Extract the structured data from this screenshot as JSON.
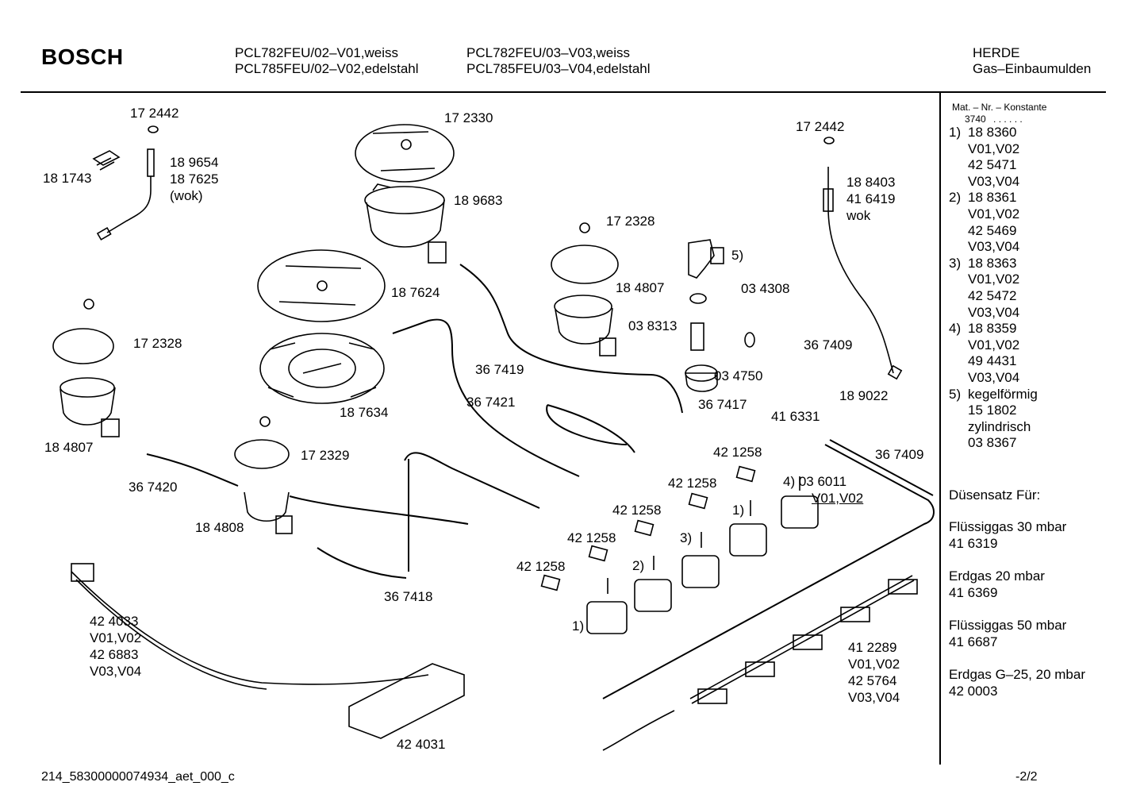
{
  "header": {
    "brand": "BOSCH",
    "models_col1": [
      "PCL782FEU/02–V01,weiss",
      "PCL785FEU/02–V02,edelstahl"
    ],
    "models_col2": [
      "PCL782FEU/03–V03,weiss",
      "PCL785FEU/03–V04,edelstahl"
    ],
    "category": [
      "HERDE",
      "Gas–Einbaumulden"
    ]
  },
  "parts": {
    "p_172442_left": "17 2442",
    "p_181743": "18 1743",
    "p_189654_group": [
      "18 9654",
      "18 7625",
      "(wok)"
    ],
    "p_172330": "17 2330",
    "p_189683": "18 9683",
    "p_172442_right": "17 2442",
    "p_188403_group": [
      "18 8403",
      "41 6419",
      "wok"
    ],
    "p_172328_mid": "17 2328",
    "p_5_elbow": "5)",
    "p_184807_mid": "18 4807",
    "p_034308": "03 4308",
    "p_187624": "18 7624",
    "p_038313": "03 8313",
    "p_367409_top": "36 7409",
    "p_172328_left": "17 2328",
    "p_367419": "36 7419",
    "p_034750": "03 4750",
    "p_187634": "18 7634",
    "p_367417": "36 7417",
    "p_367421": "36 7421",
    "p_189022": "18 9022",
    "p_416331": "41 6331",
    "p_184807_left": "18 4807",
    "p_172329": "17 2329",
    "p_421258_a": "42 1258",
    "p_367409_bottom": "36 7409",
    "p_367420": "36 7420",
    "p_4_036011": "4)  03 6011",
    "p_v01v02_mid": "V01,V02",
    "p_421258_b": "42 1258",
    "p_184808": "18 4808",
    "p_1_top": "1)",
    "p_421258_c": "42 1258",
    "p_3": "3)",
    "p_421258_d": "42 1258",
    "p_2": "2)",
    "p_421258_e": "42 1258",
    "p_367418": "36 7418",
    "p_424033_group": [
      "42 4033",
      "V01,V02",
      "42 6883",
      "V03,V04"
    ],
    "p_1_bottom": "1)",
    "p_412289_group": [
      "41 2289",
      "V01,V02",
      "42 5764",
      "V03,V04"
    ],
    "p_424031": "42 4031"
  },
  "sidebar": {
    "mat_label": "Mat. – Nr. – Konstante",
    "mat_value": "3740",
    "mat_dots": ". . . . . .",
    "list": [
      {
        "num": "1)",
        "lines": [
          "18 8360",
          "V01,V02",
          "42 5471",
          "V03,V04"
        ]
      },
      {
        "num": "2)",
        "lines": [
          "18 8361",
          "V01,V02",
          "42 5469",
          "V03,V04"
        ]
      },
      {
        "num": "3)",
        "lines": [
          "18 8363",
          "V01,V02",
          "42 5472",
          "V03,V04"
        ]
      },
      {
        "num": "4)",
        "lines": [
          "18 8359",
          "V01,V02",
          "49 4431",
          "V03,V04"
        ]
      },
      {
        "num": "5)",
        "lines": [
          "kegelförmig",
          "15 1802",
          "zylindrisch",
          "03 8367"
        ]
      }
    ],
    "nozzle_title": "Düsensatz Für:",
    "nozzles": [
      {
        "name": "Flüssiggas 30 mbar",
        "code": "41 6319"
      },
      {
        "name": "Erdgas 20 mbar",
        "code": "41 6369"
      },
      {
        "name": "Flüssiggas 50 mbar",
        "code": "41 6687"
      },
      {
        "name": "Erdgas G–25, 20 mbar",
        "code": "42 0003"
      }
    ]
  },
  "footer": {
    "doc_id": "214_58300000074934_aet_000_c",
    "page": "-2/2"
  }
}
